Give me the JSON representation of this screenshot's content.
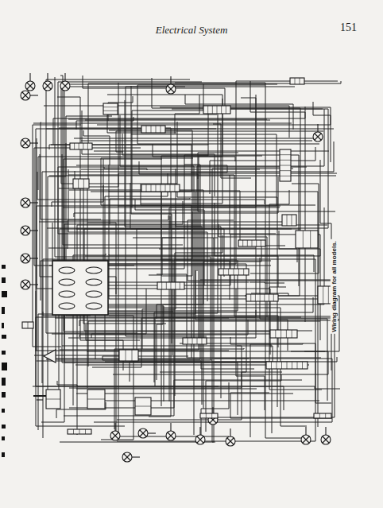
{
  "diagram": {
    "title": "Electrical System",
    "caption": "Wiring diagram for all models.",
    "labels": [
      "151"
    ]
  }
}
